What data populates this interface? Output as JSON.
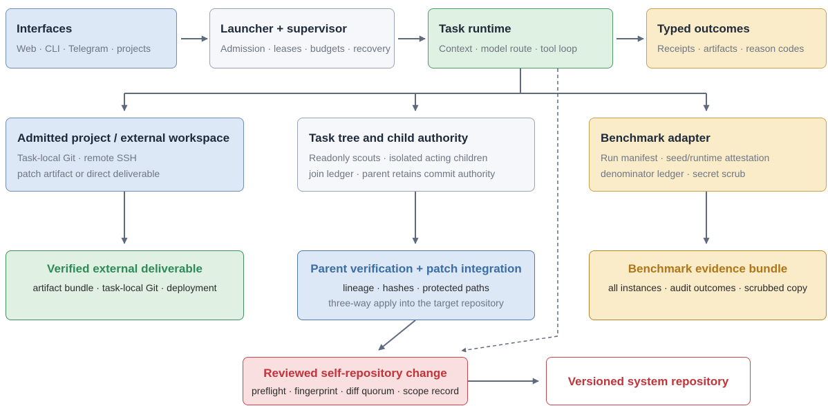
{
  "interfaces": {
    "title": "Interfaces",
    "sub": "Web · CLI · Telegram · projects"
  },
  "launcher": {
    "title": "Launcher + supervisor",
    "sub": "Admission · leases · budgets · recovery"
  },
  "runtime": {
    "title": "Task runtime",
    "sub": "Context · model route · tool loop"
  },
  "typed_outcomes": {
    "title": "Typed outcomes",
    "sub": "Receipts · artifacts · reason codes"
  },
  "admitted_project": {
    "title": "Admitted project / external workspace",
    "line1": "Task-local Git · remote SSH",
    "line2": "patch artifact or direct deliverable"
  },
  "task_tree": {
    "title": "Task tree and child authority",
    "line1": "Readonly scouts · isolated acting children",
    "line2": "join ledger · parent retains commit authority"
  },
  "benchmark_adapter": {
    "title": "Benchmark adapter",
    "line1": "Run manifest · seed/runtime attestation",
    "line2": "denominator ledger · secret scrub"
  },
  "verified_deliverable": {
    "title": "Verified external deliverable",
    "line1": "artifact bundle · task-local Git · deployment"
  },
  "parent_verification": {
    "title": "Parent verification + patch integration",
    "line1": "lineage · hashes · protected paths",
    "line2": "three-way apply into the target repository"
  },
  "benchmark_bundle": {
    "title": "Benchmark evidence bundle",
    "line1": "all instances · audit outcomes · scrubbed copy"
  },
  "reviewed_change": {
    "title": "Reviewed self-repository change",
    "line1": "preflight · fingerprint · diff quorum · scope record"
  },
  "versioned_repo": {
    "title": "Versioned system repository"
  },
  "colors": {
    "arrow": "#5f6b7c",
    "green_title": "#2e8b57",
    "blue_title": "#3a6ea5",
    "amber_title": "#b07518",
    "red_title": "#c0343a"
  }
}
